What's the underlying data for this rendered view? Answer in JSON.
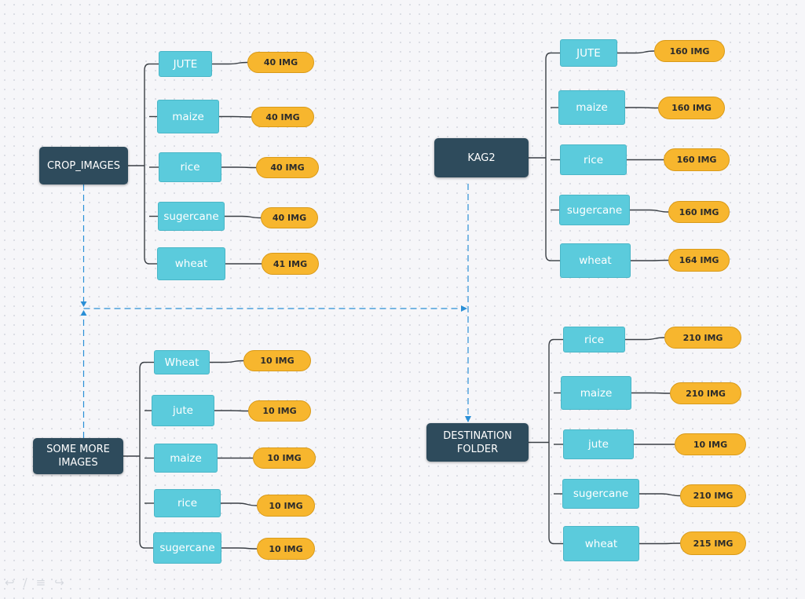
{
  "groups": [
    {
      "root": "CROP_IMAGES",
      "items": [
        {
          "label": "JUTE",
          "count": "40 IMG"
        },
        {
          "label": "maize",
          "count": "40 IMG"
        },
        {
          "label": "rice",
          "count": "40 IMG"
        },
        {
          "label": "sugercane",
          "count": "40 IMG"
        },
        {
          "label": "wheat",
          "count": "41 IMG"
        }
      ]
    },
    {
      "root": "KAG2",
      "items": [
        {
          "label": "JUTE",
          "count": "160 IMG"
        },
        {
          "label": "maize",
          "count": "160 IMG"
        },
        {
          "label": "rice",
          "count": "160 IMG"
        },
        {
          "label": "sugercane",
          "count": "160 IMG"
        },
        {
          "label": "wheat",
          "count": "164 IMG"
        }
      ]
    },
    {
      "root": "SOME MORE\nIMAGES",
      "items": [
        {
          "label": "Wheat",
          "count": "10 IMG"
        },
        {
          "label": "jute",
          "count": "10 IMG"
        },
        {
          "label": "maize",
          "count": "10 IMG"
        },
        {
          "label": "rice",
          "count": "10 IMG"
        },
        {
          "label": "sugercane",
          "count": "10 IMG"
        }
      ]
    },
    {
      "root": "DESTINATION\nFOLDER",
      "items": [
        {
          "label": "rice",
          "count": "210 IMG"
        },
        {
          "label": "maize",
          "count": "210 IMG"
        },
        {
          "label": "jute",
          "count": "10 IMG"
        },
        {
          "label": "sugercane",
          "count": "210 IMG"
        },
        {
          "label": "wheat",
          "count": "215 IMG"
        }
      ]
    }
  ],
  "colors": {
    "root": "#2e4b5c",
    "child": "#5bcbdc",
    "count": "#f7b62e",
    "connector": "#3a3f45",
    "arrow": "#2a8fd6"
  },
  "toolbar_icons": [
    "undo-icon",
    "pen-icon",
    "list-icon",
    "redo-icon"
  ]
}
